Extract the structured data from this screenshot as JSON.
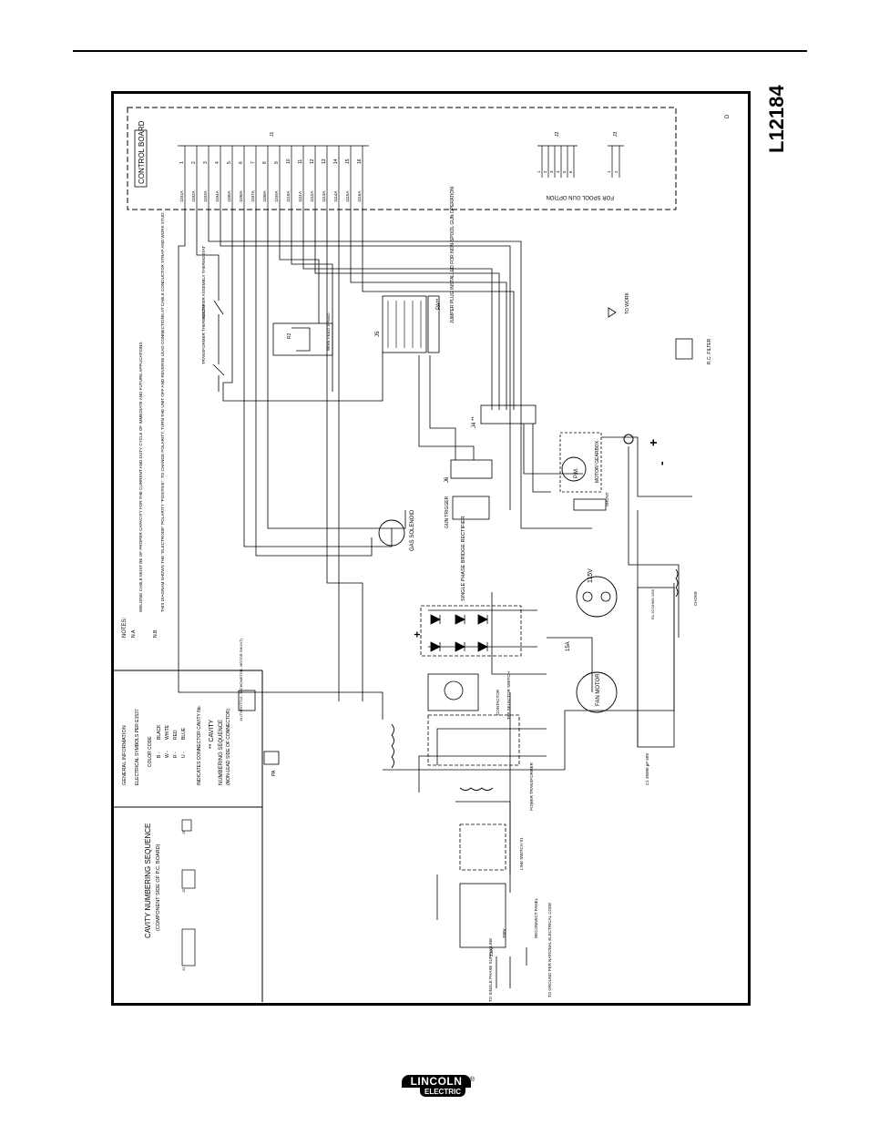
{
  "drawing_number": "L12184",
  "revision_mark": "D",
  "control_board": {
    "title": "CONTROL BOARD",
    "j1_label": "J1",
    "j1_pins": [
      "1",
      "2",
      "3",
      "4",
      "5",
      "6",
      "7",
      "8",
      "9",
      "10",
      "11",
      "12",
      "13",
      "14",
      "15",
      "16"
    ],
    "j1_wires": [
      "1101A",
      "1102A",
      "1103A",
      "1104A",
      "1105A",
      "1106A",
      "1107A",
      "1108A",
      "1109A",
      "1110A",
      "1111A",
      "1112A",
      "1113A",
      "1114A",
      "1115A",
      "1116A"
    ],
    "j2_label": "J2",
    "j2_pins": [
      "1",
      "2",
      "3",
      "4",
      "5",
      "6"
    ],
    "j3_label": "J3",
    "j3_pins": [
      "1",
      "2"
    ],
    "spool_gun_option": "FOR SPOOL GUN OPTION"
  },
  "notes": {
    "title": "NOTES:",
    "items": [
      {
        "id": "N.A.",
        "text": "WELDING CABLE MUST BE OF PROPER CAPACITY FOR THE CURRENT AND DUTY CYCLE OF IMMEDIATE AND FUTURE APPLICATIONS."
      },
      {
        "id": "N.B.",
        "text": "THIS DIAGRAM SHOWS THE \"ELECTRODE\" POLARITY \"POSITIVE\". TO CHANGE POLARITY, TURN THE UNIT OFF AND REVERSE LEAD CONNECTIONS AT CABLE CONDUCTOR STRAP AND WORK STUD."
      }
    ]
  },
  "general_information": {
    "title": "GENERAL INFORMATION",
    "symbols": "ELECTRICAL SYMBOLS PER E1537",
    "color_code_title": "COLOR CODE",
    "color_codes": [
      {
        "code": "B -",
        "name": "BLACK"
      },
      {
        "code": "W -",
        "name": "WHITE"
      },
      {
        "code": "R -",
        "name": "RED"
      },
      {
        "code": "U -",
        "name": "BLUE"
      }
    ],
    "connector_note": "INDICATES CONNECTOR CAVITY No.",
    "cavity_title": "** CAVITY",
    "cavity_sub": "NUMBERING SEQUENCE",
    "cavity_sub2": "(NON-LEAD SIDE OF CONNECTOR)",
    "j4_note": "J4 (THROTTLE, TACHOMETER, MOTOR SHUNT)",
    "pa_label": "PA"
  },
  "cavity_sequence": {
    "title": "CAVITY NUMBERING SEQUENCE",
    "subtitle": "(COMPONENT SIDE OF P.C. BOARD)",
    "labels": [
      "J1",
      "J2",
      "J3"
    ]
  },
  "components": {
    "transformer_thermostat": "TRANSFORMER THERMOSTAT",
    "rectifier_thermostat": "RECTIFIER ASSEMBLY THERMOSTAT",
    "wire_feed_speed": "WIRE FEED SPEED",
    "r2_label": "R2",
    "j5_label": "J5",
    "pa_conn": "PA**",
    "jumper_plug": "JUMPER PLUG INSTALLED FOR NON-SPOOL GUN OPERATION",
    "j4_label": "J4 **",
    "j6_label": "J6",
    "gun_trigger": "GUN TRIGGER",
    "gas_solenoid": "GAS SOLENOID",
    "motor_gearbox": "MOTOR/ GEARBOX",
    "pm_label": "P.M.",
    "shunt": "SHUNT",
    "rc_filter": "R.C. FILTER",
    "to_work": "TO WORK",
    "bridge_rectifier": "SINGLE PHASE BRIDGE RECTIFIER",
    "receptacle_115v": "115V",
    "choke": "CHOKE",
    "fan_motor": "FAN MOTOR",
    "contactor": "CONTACTOR",
    "tap_selector": "TAP SELECTOR SWITCH",
    "power_transformer": "POWER TRANSFORMER",
    "line_switch": "LINE SWITCH S1",
    "reconnect_panel": "RECONNECT PANEL",
    "supply_line": "TO SINGLE PHASE SUPPLY LINE",
    "ground_note": "TO GROUND PER NATIONAL ELECTRICAL CODE",
    "capacitor": "C1 35000 µF 50V",
    "resistor": "R1 20 OHMS 10W",
    "fuse": "15A",
    "v230": "230V",
    "v208": "208V"
  },
  "logo": {
    "line1": "LINCOLN",
    "line2": "ELECTRIC",
    "reg": "®"
  }
}
